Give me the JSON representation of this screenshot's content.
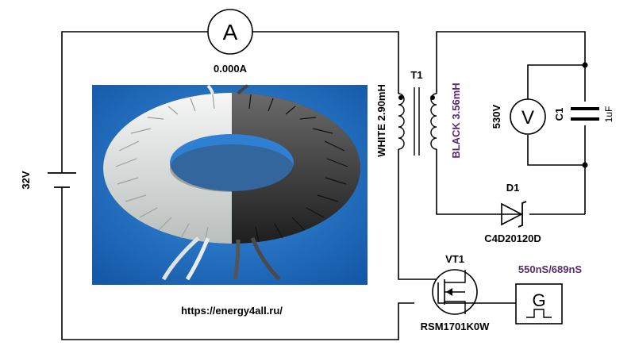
{
  "ammeter": {
    "symbol": "A",
    "reading": "0.000A"
  },
  "source": {
    "voltage": "32V"
  },
  "transformer": {
    "ref": "T1",
    "primary_label": "WHITE 2.90mH",
    "secondary_label": "BLACK 3.56mH"
  },
  "voltmeter": {
    "symbol": "V",
    "reading": "530V"
  },
  "capacitor": {
    "ref": "C1",
    "value": "1uF"
  },
  "diode": {
    "ref": "D1",
    "part": "C4D20120D"
  },
  "transistor": {
    "ref": "VT1",
    "part": "RSM1701K0W"
  },
  "generator": {
    "symbol": "G",
    "timing": "550nS/689nS"
  },
  "photo": {
    "caption": "https://energy4all.ru/"
  },
  "colors": {
    "wire": "#000000",
    "accent_text": "#5a2a6e",
    "photo_bg": "#1f6fc0",
    "white_winding": "#e9ece9",
    "black_winding": "#3b3b3b"
  }
}
